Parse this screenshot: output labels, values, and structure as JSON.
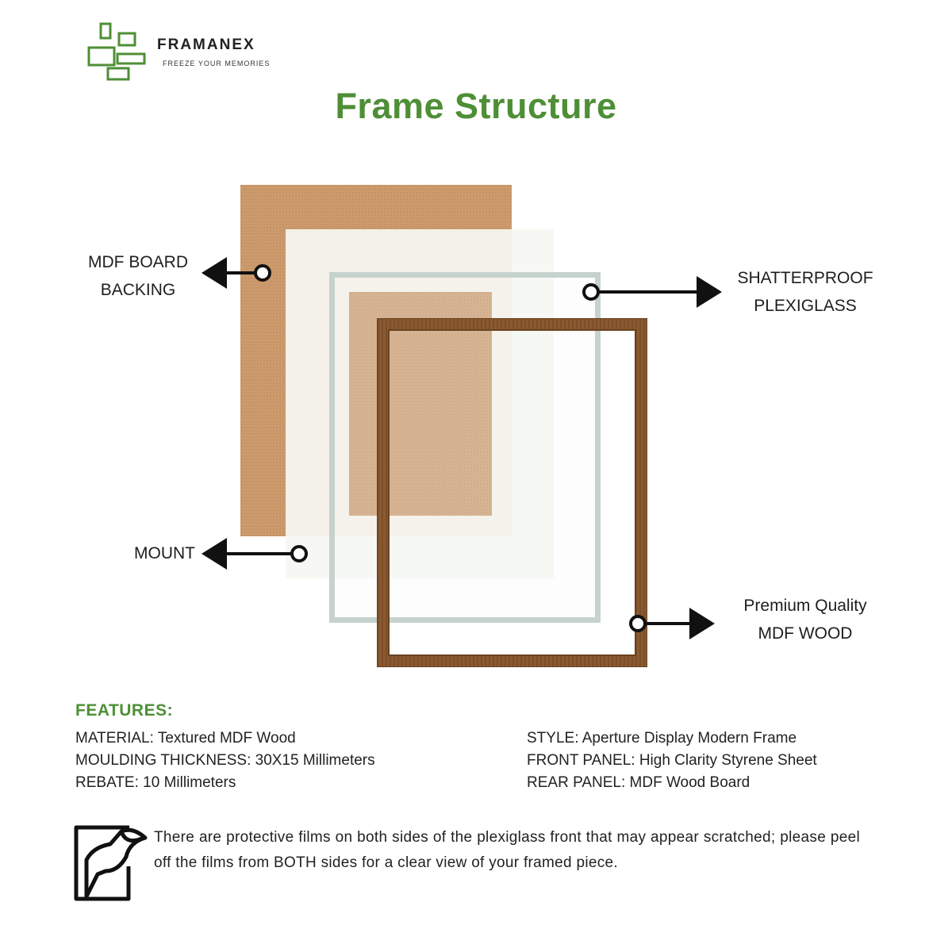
{
  "brand": {
    "name": "FRAMANEX",
    "tagline": "FREEZE YOUR MEMORIES",
    "logo_color": "#4e8f36"
  },
  "title": "Frame Structure",
  "callouts": {
    "backing": {
      "line1": "MDF BOARD",
      "line2": "BACKING"
    },
    "plexiglass": {
      "line1": "SHATTERPROOF",
      "line2": "PLEXIGLASS"
    },
    "mount": {
      "line1": "MOUNT"
    },
    "wood": {
      "line1": "Premium Quality",
      "line2": "MDF WOOD"
    }
  },
  "features": {
    "heading": "FEATURES:",
    "left": [
      "MATERIAL: Textured MDF Wood",
      "MOULDING THICKNESS: 30X15 Millimeters",
      "REBATE: 10 Millimeters"
    ],
    "right": [
      "STYLE: Aperture Display Modern Frame",
      "FRONT PANEL: High Clarity Styrene Sheet",
      "REAR PANEL: MDF Wood Board"
    ]
  },
  "note": {
    "icon": "peel-film-icon",
    "text": "There are protective films on both sides of the plexiglass front that may appear scratched; please peel off the films from BOTH sides for a clear view of your framed piece."
  },
  "colors": {
    "accent": "#4e8f36",
    "wood": "#8a5a30",
    "mdf": "#cc9a6c",
    "plexi_border": "#c6d2cd"
  }
}
